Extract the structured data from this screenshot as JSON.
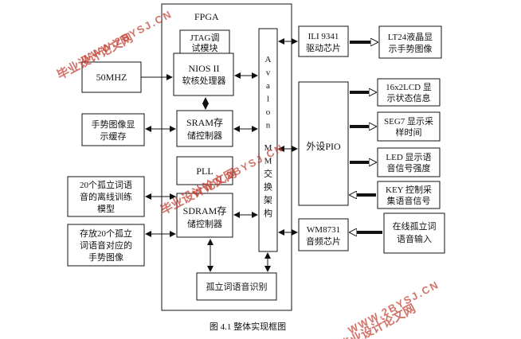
{
  "diagram": {
    "fpga_label": "FPGA",
    "jtag": [
      "JTAG调",
      "试模块"
    ],
    "nios": [
      "NIOS II",
      "软核处理器"
    ],
    "sram": [
      "SRAM存",
      "储控制器"
    ],
    "pll": "PLL",
    "sdram": [
      "SDRAM存",
      "储控制器"
    ],
    "recog": "孤立词语音识别",
    "avalon": [
      "A",
      "v",
      "a",
      "l",
      "o",
      "n",
      "M",
      "M",
      "交",
      "换",
      "架",
      "构"
    ],
    "clock": "50MHZ",
    "gesture_cache": [
      "手势图像显",
      "示缓存"
    ],
    "offline_model": [
      "20个孤立词语",
      "音的离线训练",
      "模型"
    ],
    "gesture_store": [
      "存放20个孤立",
      "词语音对应的",
      "手势图像"
    ],
    "ili": [
      "ILI 9341",
      "驱动芯片"
    ],
    "lt24": [
      "LT24液晶显",
      "示手势图像"
    ],
    "pio": "外设PIO",
    "lcd": [
      "16x2LCD 显",
      "示状态信息"
    ],
    "seg7": [
      "SEG7 显示采",
      "样时间"
    ],
    "led": [
      "LED 显示语",
      "音信号强度"
    ],
    "key": [
      "KEY 控制采",
      "集语音信号"
    ],
    "wm8731": [
      "WM8731",
      "音频芯片"
    ],
    "online_input": [
      "在线孤立词",
      "语音输入"
    ],
    "caption": "图 4.1  整体实现框图"
  },
  "watermarks": [
    "毕业设计论文网",
    "WWW.2BYSJ.CN"
  ]
}
